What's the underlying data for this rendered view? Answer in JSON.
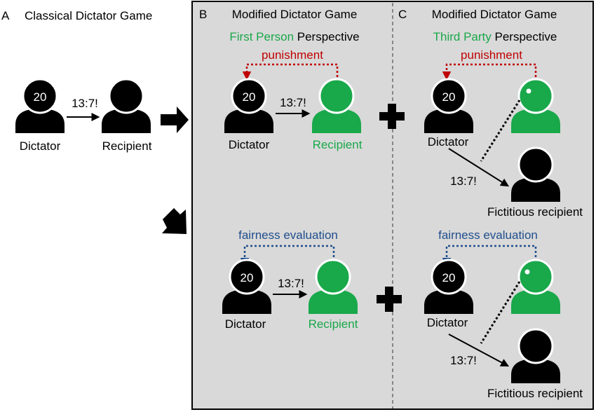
{
  "panel_a": {
    "letter": "A",
    "title": "Classical Dictator Game",
    "dictator_badge": "20",
    "offer": "13:7!",
    "dictator_label": "Dictator",
    "recipient_label": "Recipient"
  },
  "panel_b": {
    "letter": "B",
    "title": "Modified Dictator Game",
    "perspective_colored": "First Person",
    "perspective_rest": "Perspective",
    "top": {
      "feedback_label": "punishment",
      "dictator_badge": "20",
      "offer": "13:7!",
      "dictator_label": "Dictator",
      "recipient_label": "Recipient"
    },
    "bottom": {
      "feedback_label": "fairness evaluation",
      "dictator_badge": "20",
      "offer": "13:7!",
      "dictator_label": "Dictator",
      "recipient_label": "Recipient"
    }
  },
  "panel_c": {
    "letter": "C",
    "title": "Modified Dictator Game",
    "perspective_colored": "Third Party",
    "perspective_rest": "Perspective",
    "top": {
      "feedback_label": "punishment",
      "dictator_badge": "20",
      "offer": "13:7!",
      "dictator_label": "Dictator",
      "fictitious_label": "Fictitious recipient"
    },
    "bottom": {
      "feedback_label": "fairness evaluation",
      "dictator_badge": "20",
      "offer": "13:7!",
      "dictator_label": "Dictator",
      "fictitious_label": "Fictitious recipient"
    }
  },
  "colors": {
    "green": "#19a84a",
    "red": "#c00000",
    "blue": "#1f4e8c",
    "panel_bg": "#d9d9d9",
    "black": "#000000"
  }
}
